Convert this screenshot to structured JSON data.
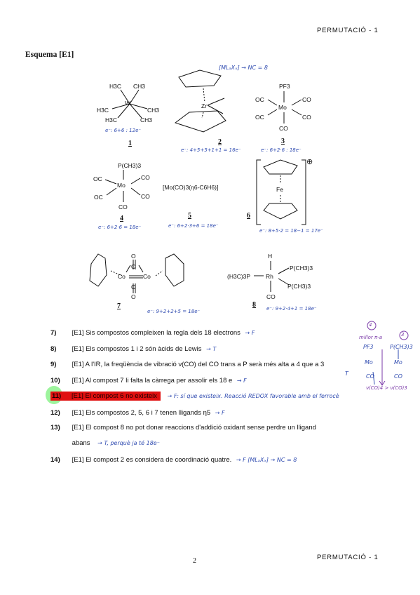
{
  "header": {
    "label": "PERMUTACIÓ - 1"
  },
  "footer": {
    "page_number": "2",
    "label": "PERMUTACIÓ - 1"
  },
  "section_title": "Esquema [E1]",
  "compounds": {
    "c1": {
      "number": "1",
      "h3c_a": "H3C",
      "ch3_a": "CH3",
      "w": "W",
      "h3c_b": "H3C",
      "ch3_b": "CH3",
      "h3c_c": "H3C",
      "ch3_c": "CH3",
      "note": "e⁻: 6+6 : 12e⁻"
    },
    "c2": {
      "number": "2",
      "zr": "Zr",
      "top_note": "[MLₐXₓ] → NC = 8",
      "note": "e⁻: 4+5+5+1+1 = 16e⁻"
    },
    "c3": {
      "number": "3",
      "pf3": "PF3",
      "mo": "Mo",
      "co1": "OC",
      "co2": "CO",
      "co3": "OC",
      "co4": "CO",
      "co5": "CO",
      "note": "e⁻: 6+2·6 : 18e⁻"
    },
    "c4": {
      "number": "4",
      "pme3": "P(CH3)3",
      "mo": "Mo",
      "co1": "OC",
      "co2": "CO",
      "co3": "OC",
      "co4": "CO",
      "co5": "CO",
      "note": "e⁻: 6+2·6 = 18e⁻"
    },
    "c5": {
      "number": "5",
      "formula": "[Mo(CO)3(η6-C6H6)]",
      "note": "e⁻: 6+2·3+6 = 18e⁻"
    },
    "c6": {
      "number": "6",
      "fe": "Fe",
      "charge": "⊕",
      "note": "e⁻: 8+5·2 = 18−1 = 17e⁻"
    },
    "c7": {
      "number": "7",
      "co1": "Co",
      "co2": "Co",
      "o_top": "O",
      "o_bot": "O",
      "c_top": "C",
      "c_bot": "C",
      "note": "e⁻: 9+2+2+5 = 18e⁻"
    },
    "c8": {
      "number": "8",
      "h": "H",
      "rh": "Rh",
      "left": "(H3C)3P",
      "r1": "P(CH3)3",
      "r2": "P(CH3)3",
      "co": "CO",
      "note": "e⁻: 9+2·4+1 = 18e⁻"
    }
  },
  "questions": [
    {
      "num": "7)",
      "text": "[E1] Sis compostos compleixen la regla dels 18 electrons",
      "answer": "→ F"
    },
    {
      "num": "8)",
      "text": "[E1] Els compostos 1 i 2 són àcids de Lewis",
      "answer": "→ T"
    },
    {
      "num": "9)",
      "text": "[E1] A l'IR, la freqüència de vibració ν(CO) del CO trans a P serà més alta a 4 que a 3",
      "answer": "T"
    },
    {
      "num": "10)",
      "text": "[E1] Al compost 7 li falta la càrrega per assolir els 18 e",
      "answer": "→ F"
    },
    {
      "num": "11)",
      "text": "[E1] El compost 6 no existeix",
      "answer": "→ F: sí que existeix. Reacció REDOX favorable amb el ferrocè"
    },
    {
      "num": "12)",
      "text": "[E1] Els compostos 2, 5, 6 i 7 tenen lligands η5",
      "answer": "→ F"
    },
    {
      "num": "13)",
      "text": "[E1] El compost 8 no pot donar reaccions d'addició oxidant sense perdre un lligand",
      "text2": "abans",
      "answer": "→ T, perquè ja té 18e⁻"
    },
    {
      "num": "14)",
      "text": "[E1] El compost 2 es considera de coordinació quatre.",
      "answer": "→ F [MLₐXₓ] → NC = 8"
    }
  ],
  "margin_note": {
    "n4": "4",
    "n3": "3",
    "pf3": "PF3",
    "pme3": "P(CH3)3",
    "mo": "Mo",
    "co": "CO",
    "base": "millor π-a",
    "compare": "ν(CO)4 > ν(CO)3"
  }
}
